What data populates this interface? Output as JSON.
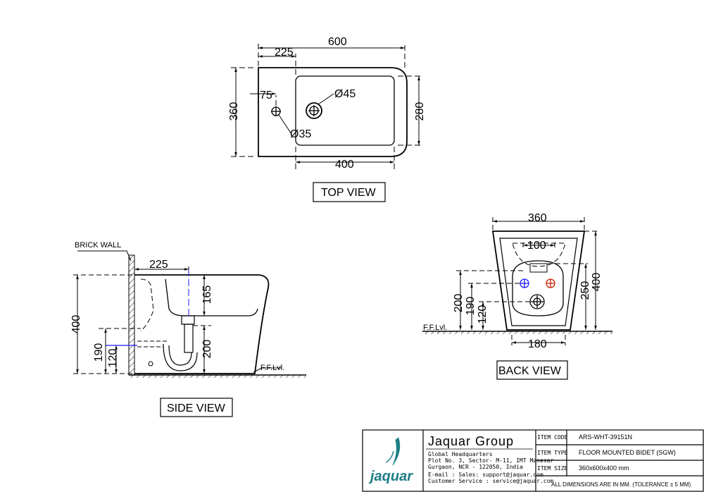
{
  "top_view": {
    "width": "600",
    "offset": "225",
    "depth": "360",
    "tap_offset": "75",
    "waste_dia": "Ø45",
    "tap_hole_dia": "Ø35",
    "bowl_depth": "280",
    "bowl_width": "400",
    "caption": "TOP VIEW"
  },
  "side_view": {
    "brick_wall": "BRICK WALL",
    "offset": "225",
    "height": "400",
    "drop": "165",
    "pipe_height": "200",
    "inlet_190": "190",
    "inlet_120": "120",
    "floor": "F.F.Lvl.",
    "caption": "SIDE VIEW"
  },
  "back_view": {
    "width": "360",
    "gap": "100",
    "h200": "200",
    "h190": "190",
    "h120": "120",
    "h250": "250",
    "h400": "400",
    "base": "180",
    "floor": "F.F.Lvl.",
    "caption": "BACK VIEW"
  },
  "title_block": {
    "company": "Jaquar Group",
    "logo_text": "jaquar",
    "hq": "Global Headquarters",
    "address1": "Plot No. 3, Sector- M-11, IMT Manesar",
    "address2": "Gurgaon, NCR - 122050, India",
    "email_sales": "E-mail : Sales: support@jaquar.com",
    "customer_service": "Customer Service : service@jaquar.com",
    "item_code_label": "ITEM CODE",
    "item_code_value": "ARS-WHT-39151N",
    "item_type_label": "ITEM TYPE",
    "item_type_value": "FLOOR MOUNTED BIDET (SGW)",
    "item_size_label": "ITEM SIZE",
    "item_size_value": "360x600x400 mm",
    "note": "ALL DIMENSIONS ARE IN MM. (TOLERANCE ± 5 MM)"
  },
  "colors": {
    "line": "#000000",
    "pipe_blue": "#1a1aff",
    "hot_red": "#cc2200",
    "logo_teal": "#1d7e86"
  }
}
